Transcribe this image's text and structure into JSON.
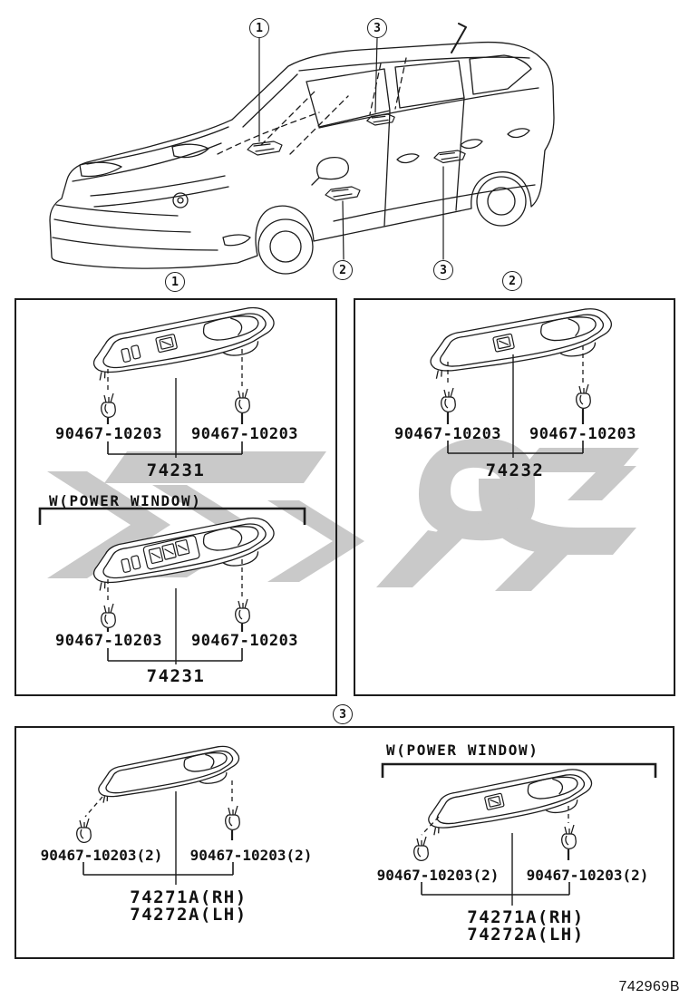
{
  "callouts": {
    "car_hood": "1",
    "car_rear_door": "3",
    "car_front_door": "2",
    "car_rear_quarter": "3"
  },
  "boxes": {
    "box1": {
      "callout": "1",
      "standard": {
        "clip_left": "90467-10203",
        "clip_right": "90467-10203",
        "part": "74231"
      },
      "power_window": {
        "label": "W(POWER WINDOW)",
        "clip_left": "90467-10203",
        "clip_right": "90467-10203",
        "part": "74231"
      }
    },
    "box2": {
      "callout": "2",
      "standard": {
        "clip_left": "90467-10203",
        "clip_right": "90467-10203",
        "part": "74232"
      }
    },
    "box3": {
      "callout": "3",
      "standard": {
        "clip_left": "90467-10203(2)",
        "clip_right": "90467-10203(2)",
        "part_rh": "74271A(RH)",
        "part_lh": "74272A(LH)"
      },
      "power_window": {
        "label": "W(POWER WINDOW)",
        "clip_left": "90467-10203(2)",
        "clip_right": "90467-10203(2)",
        "part_rh": "74271A(RH)",
        "part_lh": "74272A(LH)"
      }
    }
  },
  "footer": {
    "drawing_code": "742969B"
  },
  "colors": {
    "line": "#1c1c1c",
    "watermark": "#c9c9c9"
  }
}
